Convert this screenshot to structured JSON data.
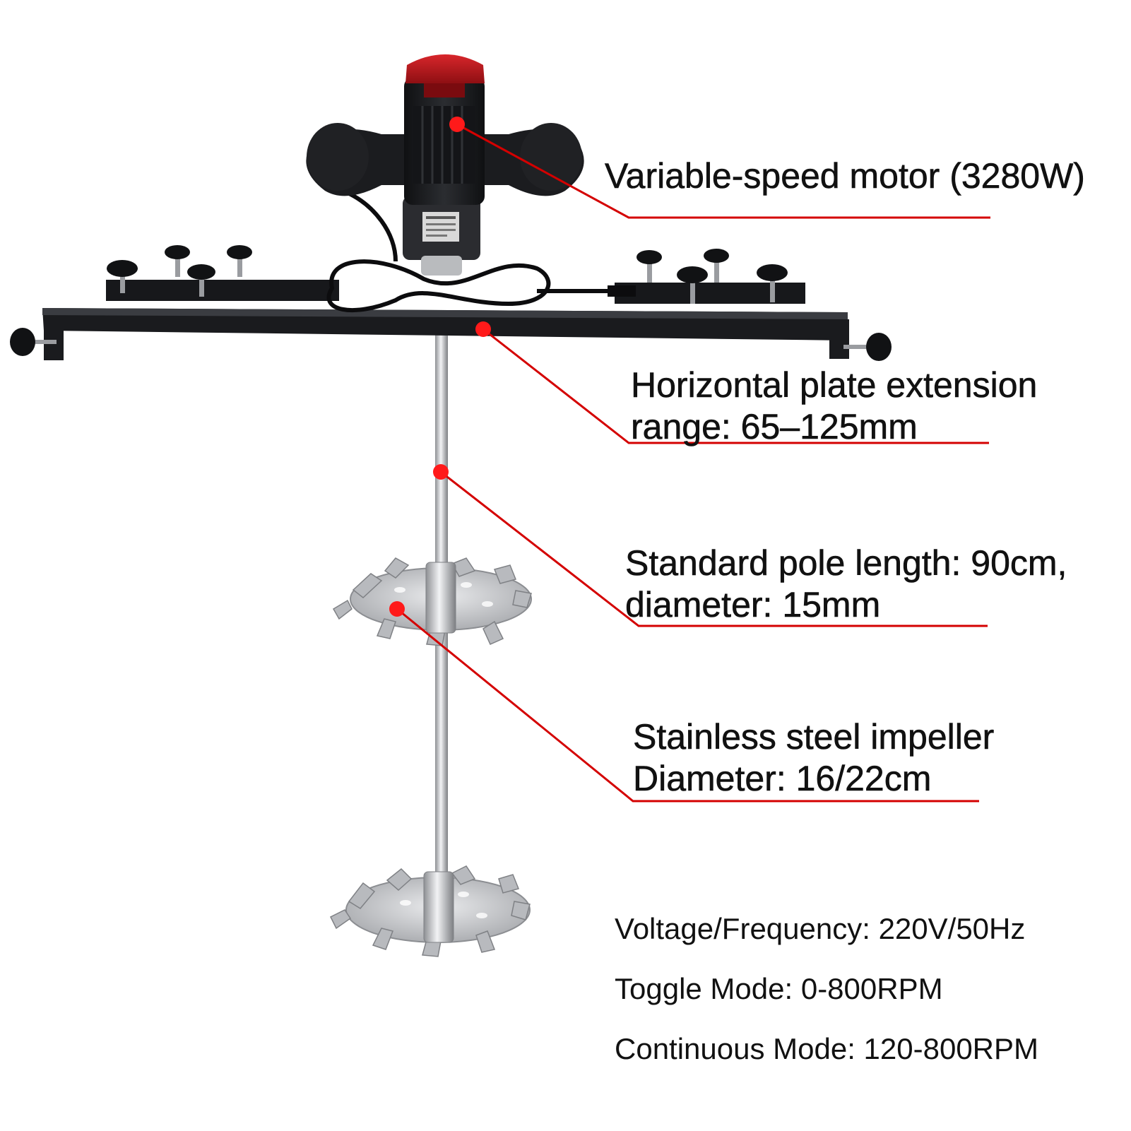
{
  "callouts": {
    "motor": "Variable-speed motor (3280W)",
    "plate_line1": "Horizontal plate extension",
    "plate_line2": "range: 65–125mm",
    "pole_line1": "Standard pole length: 90cm,",
    "pole_line2": "diameter: 15mm",
    "impeller_line1": "Stainless steel impeller",
    "impeller_line2": "Diameter: 16/22cm"
  },
  "specs": {
    "voltage": "Voltage/Frequency: 220V/50Hz",
    "toggle": "Toggle Mode: 0-800RPM",
    "continuous": "Continuous Mode: 120-800RPM"
  },
  "colors": {
    "leader": "#d40000",
    "dot": "#ff1a1a",
    "motor_body": "#1c1d20",
    "motor_cap": "#b3151a",
    "steel": "#c8c9cc"
  }
}
